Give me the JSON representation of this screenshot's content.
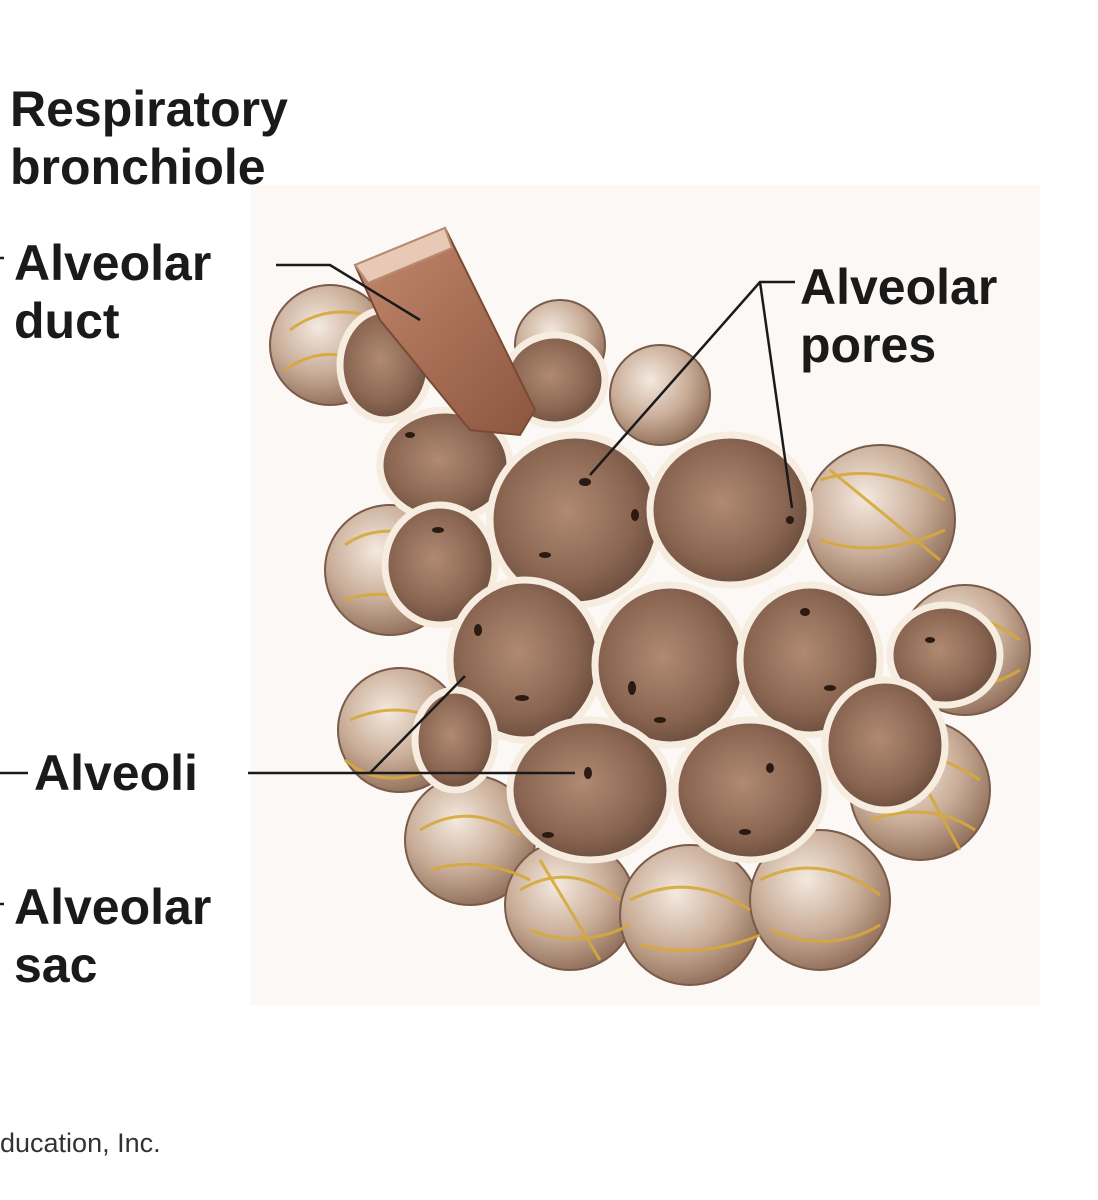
{
  "labels": {
    "respiratory_bronchiole": [
      "Respiratory",
      "bronchiole"
    ],
    "alveolar_duct": [
      "Alveolar",
      "duct"
    ],
    "alveolar_pores": [
      "Alveolar",
      "pores"
    ],
    "alveoli": "Alveoli",
    "alveolar_sac": [
      "Alveolar",
      "sac"
    ]
  },
  "credit": "ducation, Inc.",
  "colors": {
    "tissue": "#8a6a55",
    "tissue_light": "#c9b3a3",
    "wall": "#f6ecdf",
    "fiber": "#d6a93a",
    "duct": "#a86f55",
    "pore": "#2a1a12",
    "leader": "#1a1a1a"
  }
}
